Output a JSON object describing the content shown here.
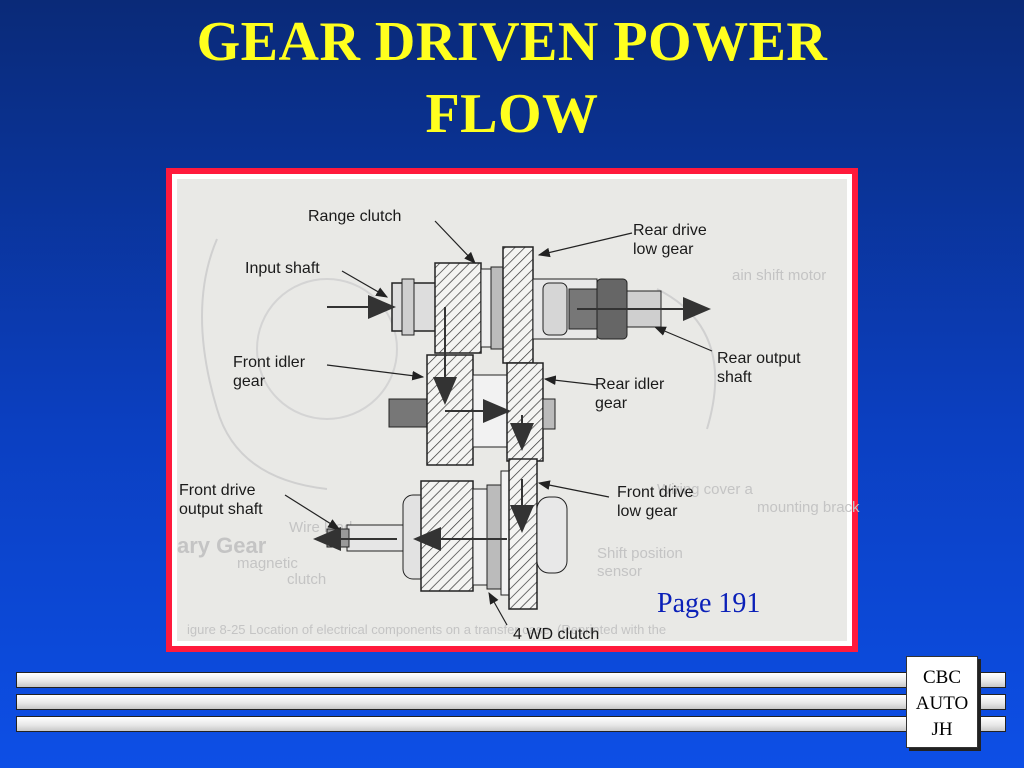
{
  "slide": {
    "title_line1": "GEAR DRIVEN POWER",
    "title_line2": "FLOW",
    "page_ref": "Page 191",
    "badge": [
      "CBC",
      "AUTO",
      "JH"
    ]
  },
  "figure": {
    "labels": {
      "range_clutch": "Range clutch",
      "input_shaft": "Input shaft",
      "front_idler_gear": "Front idler\ngear",
      "front_drive_output_shaft": "Front drive\noutput shaft",
      "rear_drive_low_gear": "Rear drive\nlow gear",
      "rear_output_shaft": "Rear  output\nshaft",
      "rear_idler_gear": "Rear idler\ngear",
      "front_drive_low_gear": "Front drive\nlow gear",
      "four_wd_clutch": "4 WD clutch"
    },
    "background_text": {
      "shift_motor": "ain shift motor",
      "wiring_cover": "Wiring cover a",
      "mounting_bracket": "mounting brack",
      "wire_lead": "Wire lead",
      "gear": "ary Gear",
      "magnetic": "magnetic",
      "clutch": "clutch",
      "shift_position": "Shift position",
      "sensor": "sensor",
      "caption": "igure 8-25  Location of electrical components on a transfer case.  (Reprinted with the"
    }
  }
}
